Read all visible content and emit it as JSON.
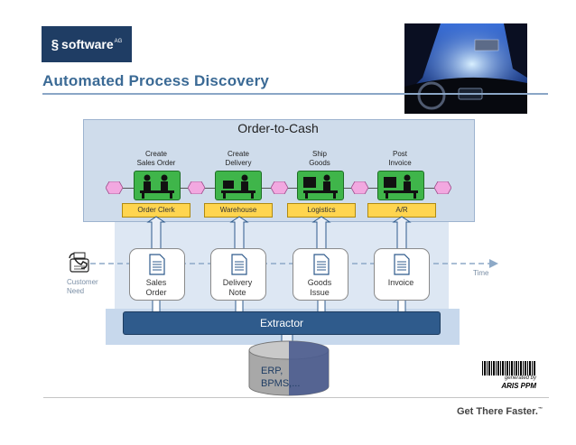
{
  "header": {
    "brand_name": "software",
    "brand_suffix": "AG",
    "photo_sign_text": "",
    "title": "Automated Process Discovery"
  },
  "process": {
    "title": "Order-to-Cash",
    "functions": [
      {
        "label": "Create\nSales Order",
        "role": "Order Clerk"
      },
      {
        "label": "Create\nDelivery",
        "role": "Warehouse"
      },
      {
        "label": "Ship\nGoods",
        "role": "Logistics"
      },
      {
        "label": "Post\nInvoice",
        "role": "A/R"
      }
    ]
  },
  "documents": [
    {
      "label": "Sales\nOrder"
    },
    {
      "label": "Delivery\nNote"
    },
    {
      "label": "Goods\nIssue"
    },
    {
      "label": "Invoice"
    }
  ],
  "timeline": {
    "start_label": "Customer\nNeed",
    "end_label": "Time"
  },
  "extractor": {
    "label": "Extractor"
  },
  "source": {
    "label": "ERP,\nBPMS,..."
  },
  "footer": {
    "generated_by": "generated by",
    "product": "ARIS PPM",
    "tagline": "Get There Faster.",
    "tagline_tm": "™"
  },
  "colors": {
    "title": "#3b6a95",
    "function_box": "#3fb54a",
    "event": "#f2a8e0",
    "role": "#ffd54f",
    "extractor": "#2f5b8c",
    "database": "#4b5c8f"
  },
  "icons": {
    "function": "person-at-desk-icon",
    "document": "document-icon",
    "customer": "telephone-fax-icon",
    "source": "database-cylinder-icon"
  }
}
